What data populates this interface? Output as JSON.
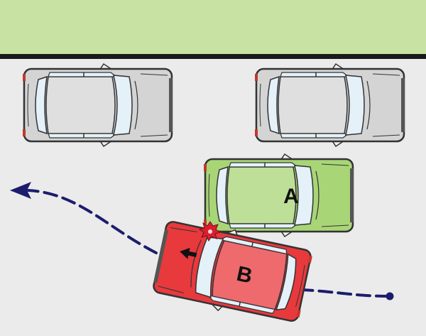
{
  "scene": {
    "colors": {
      "grass": "#c8e2a3",
      "curb": "#1a1a1a",
      "road": "#ebebeb",
      "path": "#1c1c6e",
      "impact": "#d62030",
      "parked_body": "#d4d4d4",
      "car_a_body": "#a8d576",
      "car_b_body": "#e8393d",
      "glass": "#e4f1f8"
    },
    "parked_cars": [
      {
        "name": "parked-car-left"
      },
      {
        "name": "parked-car-right"
      }
    ],
    "car_a": {
      "label": "A"
    },
    "car_b": {
      "label": "B",
      "direction_icon": "arrow-left-icon"
    },
    "path": {
      "start_icon": "dot-icon",
      "end_icon": "arrowhead-icon"
    }
  }
}
